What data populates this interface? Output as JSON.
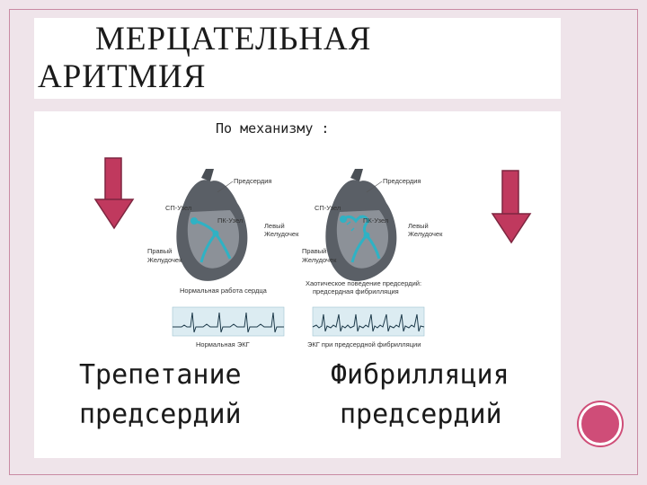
{
  "slide": {
    "title_line1": "МЕРЦАТЕЛЬНАЯ",
    "title_line2": "АРИТМИЯ",
    "subtitle": "По механизму :",
    "left_label_line1": "Трепетание",
    "left_label_line2": "предсердий",
    "right_label_line1": "Фибрилляция",
    "right_label_line2": "предсердий"
  },
  "figure": {
    "left": {
      "atria": "Предсердия",
      "sa_node": "СП-Узел",
      "av_node": "ПК-Узел",
      "left_ventricle_1": "Левый",
      "left_ventricle_2": "Желудочек",
      "right_ventricle_1": "Правый",
      "right_ventricle_2": "Желудочек",
      "caption": "Нормальная работа сердца",
      "ecg_caption": "Нормальная ЭКГ"
    },
    "right": {
      "atria": "Предсердия",
      "sa_node": "СП-Узел",
      "av_node": "ПК-Узел",
      "left_ventricle_1": "Левый",
      "left_ventricle_2": "Желудочек",
      "right_ventricle_1": "Правый",
      "right_ventricle_2": "Желудочек",
      "caption_1": "Хаотическое поведение предсердий:",
      "caption_2": "предсердная фибрилляция",
      "ecg_caption": "ЭКГ при предсердной фибрилляции"
    }
  },
  "colors": {
    "arrow": "#c0395e",
    "frame": "#c98aa3",
    "background": "#efe4ea",
    "deco_circle": "#cf4d78"
  }
}
